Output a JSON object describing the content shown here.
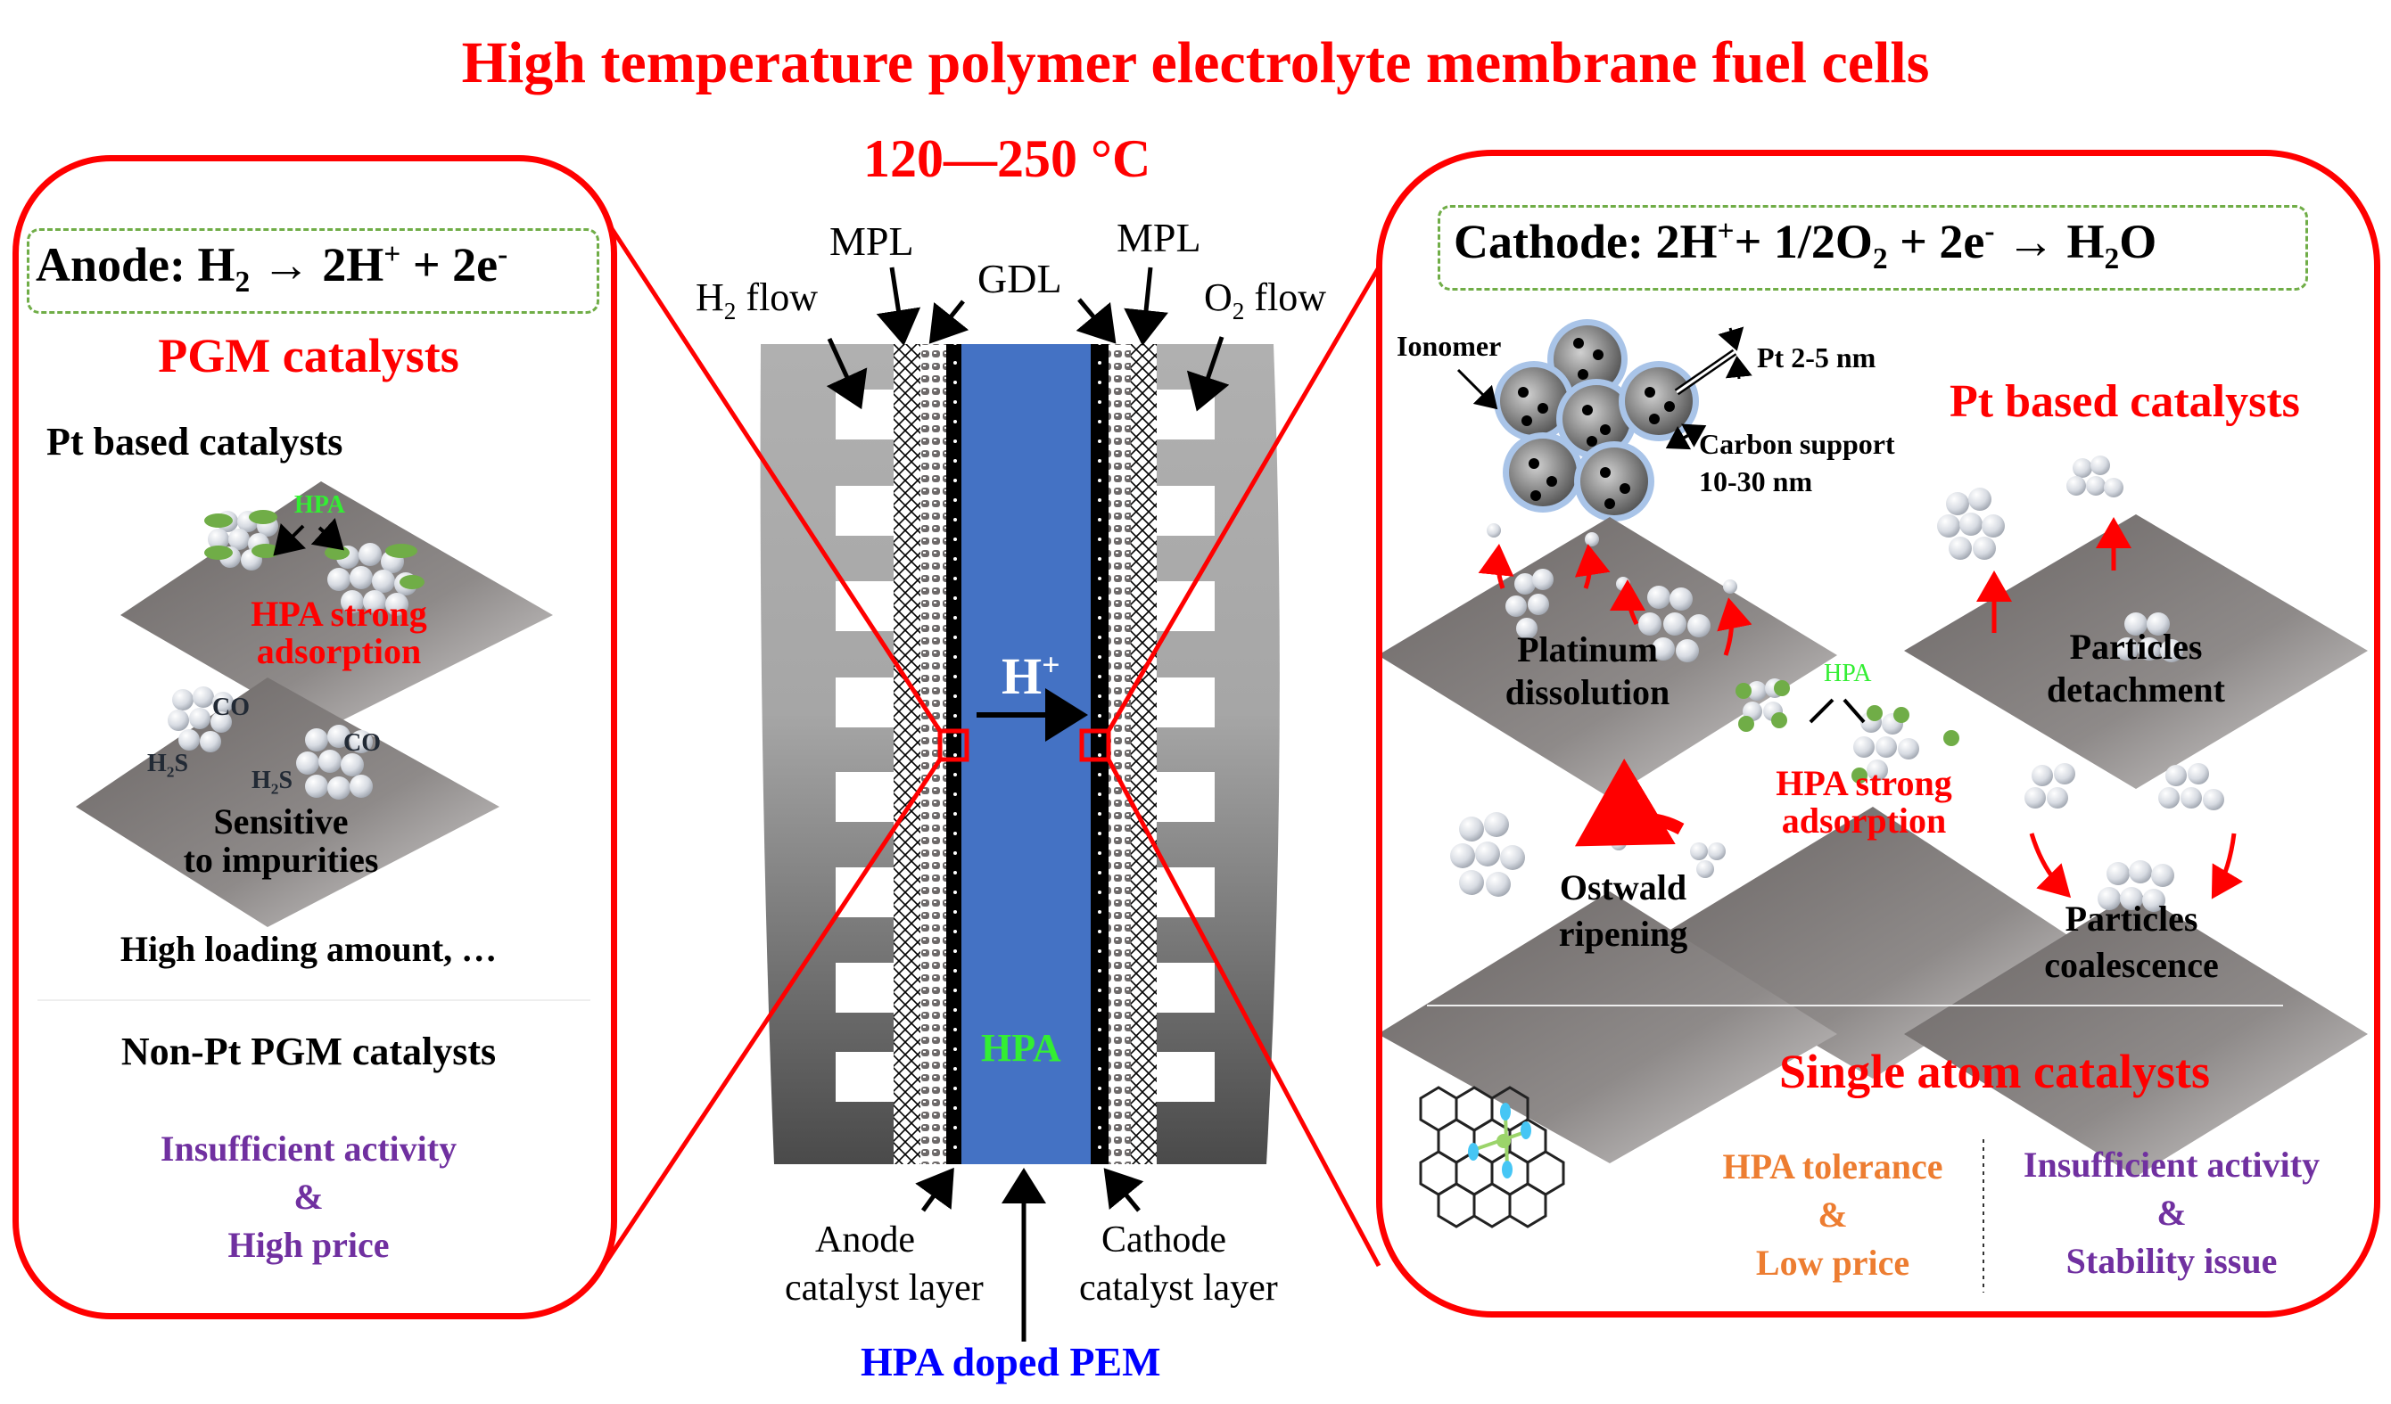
{
  "title": "High temperature polymer electrolyte membrane fuel cells",
  "temperature_range": "120—250 °C",
  "colors": {
    "accent_red": "#ff0000",
    "membrane_blue": "#4472c4",
    "hpa_green": "#33ee33",
    "purple": "#7030a0",
    "orange": "#ed7d31",
    "equation_box_green": "#70ad47"
  },
  "center": {
    "labels": {
      "mpl_left": "MPL",
      "mpl_right": "MPL",
      "gdl": "GDL",
      "h2_flow": "H",
      "h2_flow_sub": "2",
      "h2_flow_suffix": " flow",
      "o2_flow": "O",
      "o2_flow_sub": "2",
      "o2_flow_suffix": " flow",
      "proton": "H",
      "proton_sup": "+",
      "membrane_hpa": "HPA",
      "anode_cl_line1": "Anode",
      "anode_cl_line2": "catalyst layer",
      "cathode_cl_line1": "Cathode",
      "cathode_cl_line2": "catalyst layer",
      "pem": "HPA doped PEM"
    }
  },
  "anode_panel": {
    "equation": {
      "prefix": "Anode: H",
      "sub1": "2",
      "arrow": " → 2H",
      "sup1": "+",
      "mid": " + 2e",
      "sup2": "-"
    },
    "heading": "PGM catalysts",
    "pt_heading": "Pt based catalysts",
    "hpa_label": "HPA",
    "hpa_adsorption_line1": "HPA strong",
    "hpa_adsorption_line2": "adsorption",
    "impurity_co_1": "CO",
    "impurity_co_2": "CO",
    "impurity_h2s_1": "H",
    "impurity_h2s_2": "H",
    "h2s_sub": "2",
    "h2s_suffix": "S",
    "sensitive_line1": "Sensitive",
    "sensitive_line2": "to impurities",
    "loading": "High loading amount, …",
    "non_pt_heading": "Non-Pt PGM catalysts",
    "non_pt_issue1": "Insufficient activity",
    "non_pt_amp": "&",
    "non_pt_issue2": "High price"
  },
  "cathode_panel": {
    "equation": {
      "prefix": "Cathode: 2H",
      "sup1": "+",
      "mid1": "+ 1/2O",
      "sub1": "2",
      "mid2": " + 2e",
      "sup2": "-",
      "arrow": " → H",
      "sub2": "2",
      "suffix": "O"
    },
    "ionomer": "Ionomer",
    "pt_size": "Pt 2-5 nm",
    "carbon_line1": "Carbon support",
    "carbon_line2": "10-30 nm",
    "pt_heading": "Pt based catalysts",
    "mechanisms": {
      "dissolution_line1": "Platinum",
      "dissolution_line2": "dissolution",
      "detachment_line1": "Particles",
      "detachment_line2": "detachment",
      "hpa_label": "HPA",
      "hpa_line1": "HPA strong",
      "hpa_line2": "adsorption",
      "ostwald_line1": "Ostwald",
      "ostwald_line2": "ripening",
      "coalescence_line1": "Particles",
      "coalescence_line2": "coalescence"
    },
    "sac_heading": "Single atom catalysts",
    "sac_pros_line1": "HPA tolerance",
    "sac_pros_amp": "&",
    "sac_pros_line2": "Low price",
    "sac_cons_line1": "Insufficient activity",
    "sac_cons_amp": "&",
    "sac_cons_line2": "Stability issue"
  }
}
